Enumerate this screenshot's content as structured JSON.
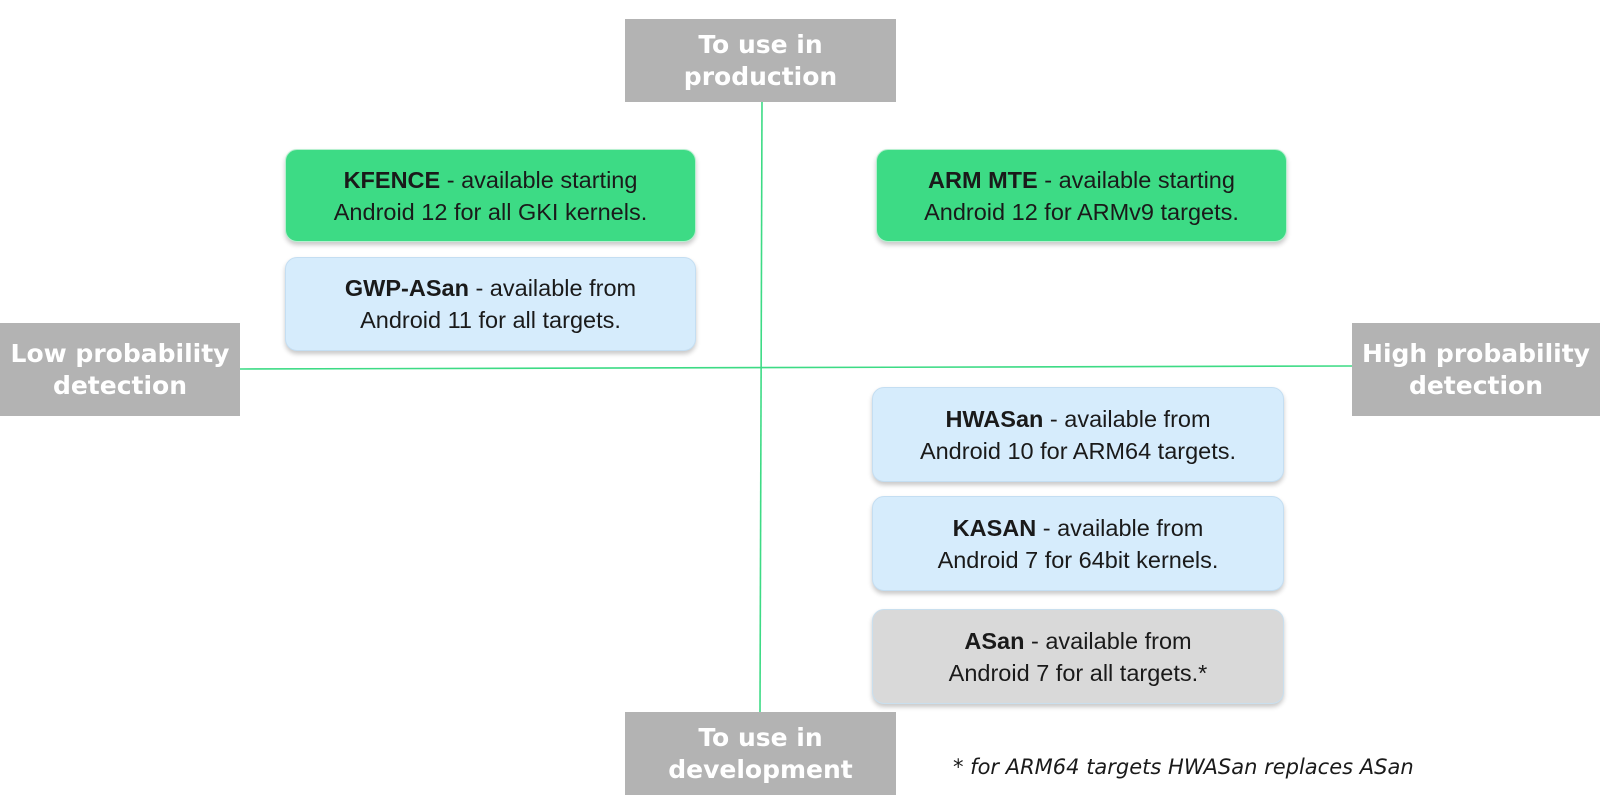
{
  "axes": {
    "top": [
      "To use in",
      "production"
    ],
    "bottom": [
      "To use in",
      "development"
    ],
    "left": [
      "Low probability",
      "detection"
    ],
    "right": [
      "High probability",
      "detection"
    ]
  },
  "cards": {
    "kfence": {
      "name": "KFENCE",
      "rest": " - available starting",
      "line2": "Android 12 for all GKI kernels."
    },
    "arm_mte": {
      "name": "ARM MTE",
      "rest": " - available starting",
      "line2": "Android 12 for ARMv9 targets."
    },
    "gwp_asan": {
      "name": "GWP-ASan",
      "rest": " - available from",
      "line2": "Android 11 for all targets."
    },
    "hwasan": {
      "name": "HWASan",
      "rest": " - available from",
      "line2": "Android 10 for ARM64 targets."
    },
    "kasan": {
      "name": "KASAN",
      "rest": " - available from",
      "line2": "Android 7 for 64bit kernels."
    },
    "asan": {
      "name": "ASan",
      "rest": " - available from",
      "line2": "Android 7 for all targets.*"
    }
  },
  "footnote": "* for ARM64 targets HWASan replaces ASan",
  "colors": {
    "axis_line": "#3ddb85",
    "label_box": "#b3b3b3",
    "card_green": "#3ddb85",
    "card_blue": "#d6ecfc",
    "card_gray": "#d9d9d9"
  }
}
